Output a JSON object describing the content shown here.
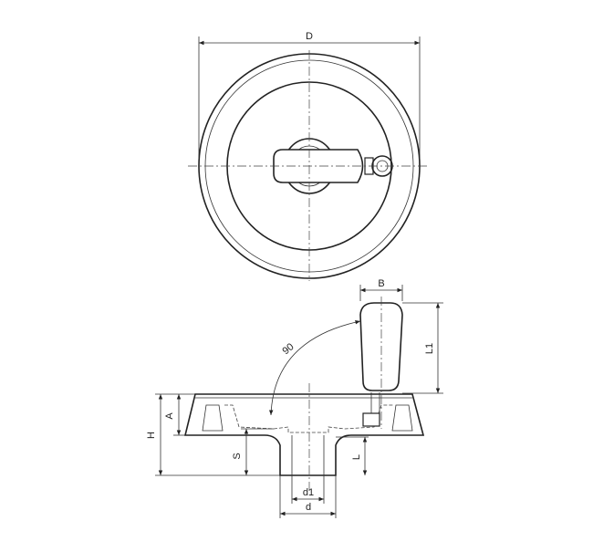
{
  "labels": {
    "D": "D",
    "B": "B",
    "L1": "L1",
    "angle": "90",
    "H": "H",
    "A": "A",
    "S": "S",
    "L": "L",
    "d1": "d1",
    "d": "d"
  }
}
